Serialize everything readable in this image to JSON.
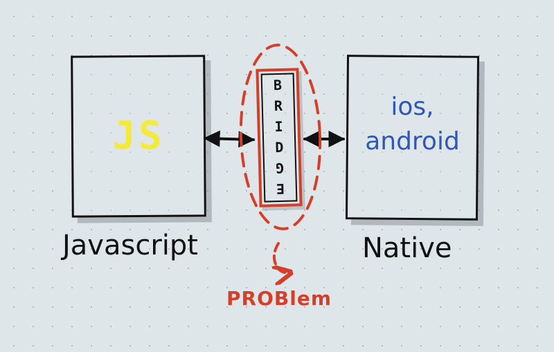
{
  "diagram": {
    "left_box_text": "JS",
    "right_box_lines": [
      "ios,",
      "android"
    ],
    "bridge_letters": [
      "B",
      "R",
      "I",
      "D",
      "G",
      "E"
    ],
    "left_label": "Javascript",
    "right_label": "Native",
    "problem_label": "PROBlem"
  },
  "colors": {
    "ink": "#111111",
    "js_yellow": "#f5e93a",
    "native_blue": "#2e57b8",
    "problem_red": "#d43f2a",
    "paper": "#dfe6ea"
  }
}
